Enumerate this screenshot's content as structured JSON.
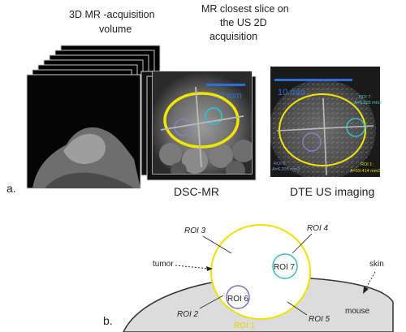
{
  "panel_a": {
    "label": "a.",
    "volume_caption_line1": "3D MR -acquisition",
    "volume_caption_line2": "volume",
    "slice_caption_line1": "MR closest slice on",
    "slice_caption_line2": "the US 2D",
    "slice_caption_line3": "acquisition",
    "mr_scale_label": "10 mm",
    "us_scale_label": "10 mm",
    "us_roi7_line1": "ROI 7:",
    "us_roi7_line2": "A=6.205 mm2",
    "us_roi6_line1": "ROI 6:",
    "us_roi6_line2": "A=6.205 mm2",
    "us_roi1_line1": "ROI 1:",
    "us_roi1_line2": "A=59.414 mm2",
    "mr_caption": "DSC-MR",
    "us_caption": "DTE US imaging",
    "colors": {
      "tumor_outline": "#f2e600",
      "roi7": "#38b8c8",
      "roi6": "#8c7fc0",
      "scale_bar": "#2f6fd8"
    }
  },
  "panel_b": {
    "label": "b.",
    "roi3": "ROI 3",
    "roi4": "ROI 4",
    "roi7": "ROI 7",
    "roi6": "ROI 6",
    "roi2": "ROI 2",
    "roi5": "ROI 5",
    "roi1": "ROI 1",
    "tumor": "tumor",
    "skin": "skin",
    "mouse": "mouse",
    "colors": {
      "tumor_outline": "#f0e000",
      "roi7": "#3cb8b8",
      "roi6": "#8070b8",
      "mouse_fill": "#dcdcdc",
      "roi1_text": "#e8d400"
    }
  }
}
